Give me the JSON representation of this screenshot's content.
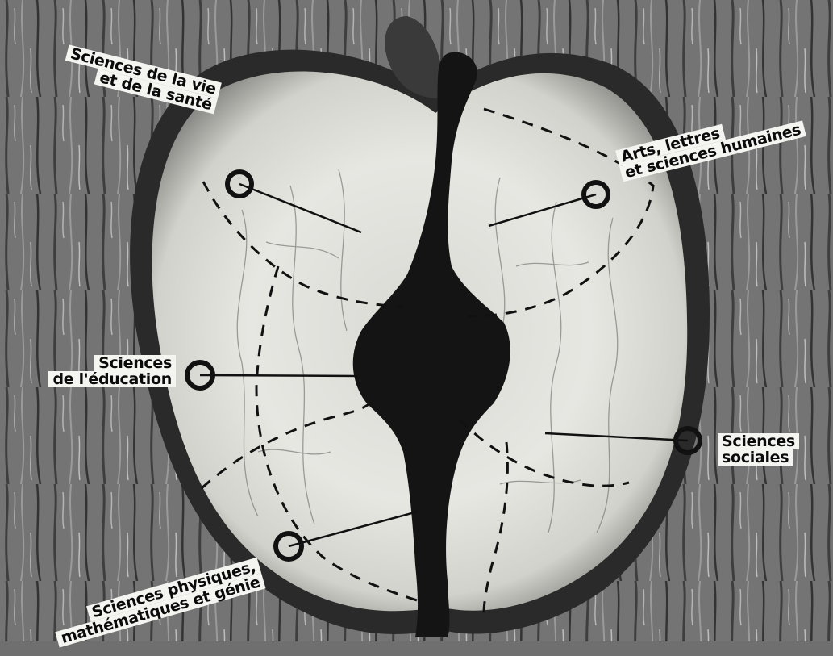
{
  "diagram": {
    "zones": [
      {
        "id": "life-health",
        "lines": [
          "Sciences de la vie",
          "et de la santé"
        ]
      },
      {
        "id": "arts",
        "lines": [
          "Arts, lettres",
          "et sciences humaines"
        ]
      },
      {
        "id": "education",
        "lines": [
          "Sciences",
          "de l'éducation"
        ]
      },
      {
        "id": "social",
        "lines": [
          "Sciences",
          "sociales"
        ]
      },
      {
        "id": "physical",
        "lines": [
          "Sciences physiques,",
          "mathématiques et génie"
        ]
      }
    ]
  },
  "colors": {
    "bark": "#6f6f6f",
    "apple_flesh": "#e6e6e1",
    "core": "#141414",
    "marker": "#111111",
    "label_bg": "#f4f4f0"
  }
}
